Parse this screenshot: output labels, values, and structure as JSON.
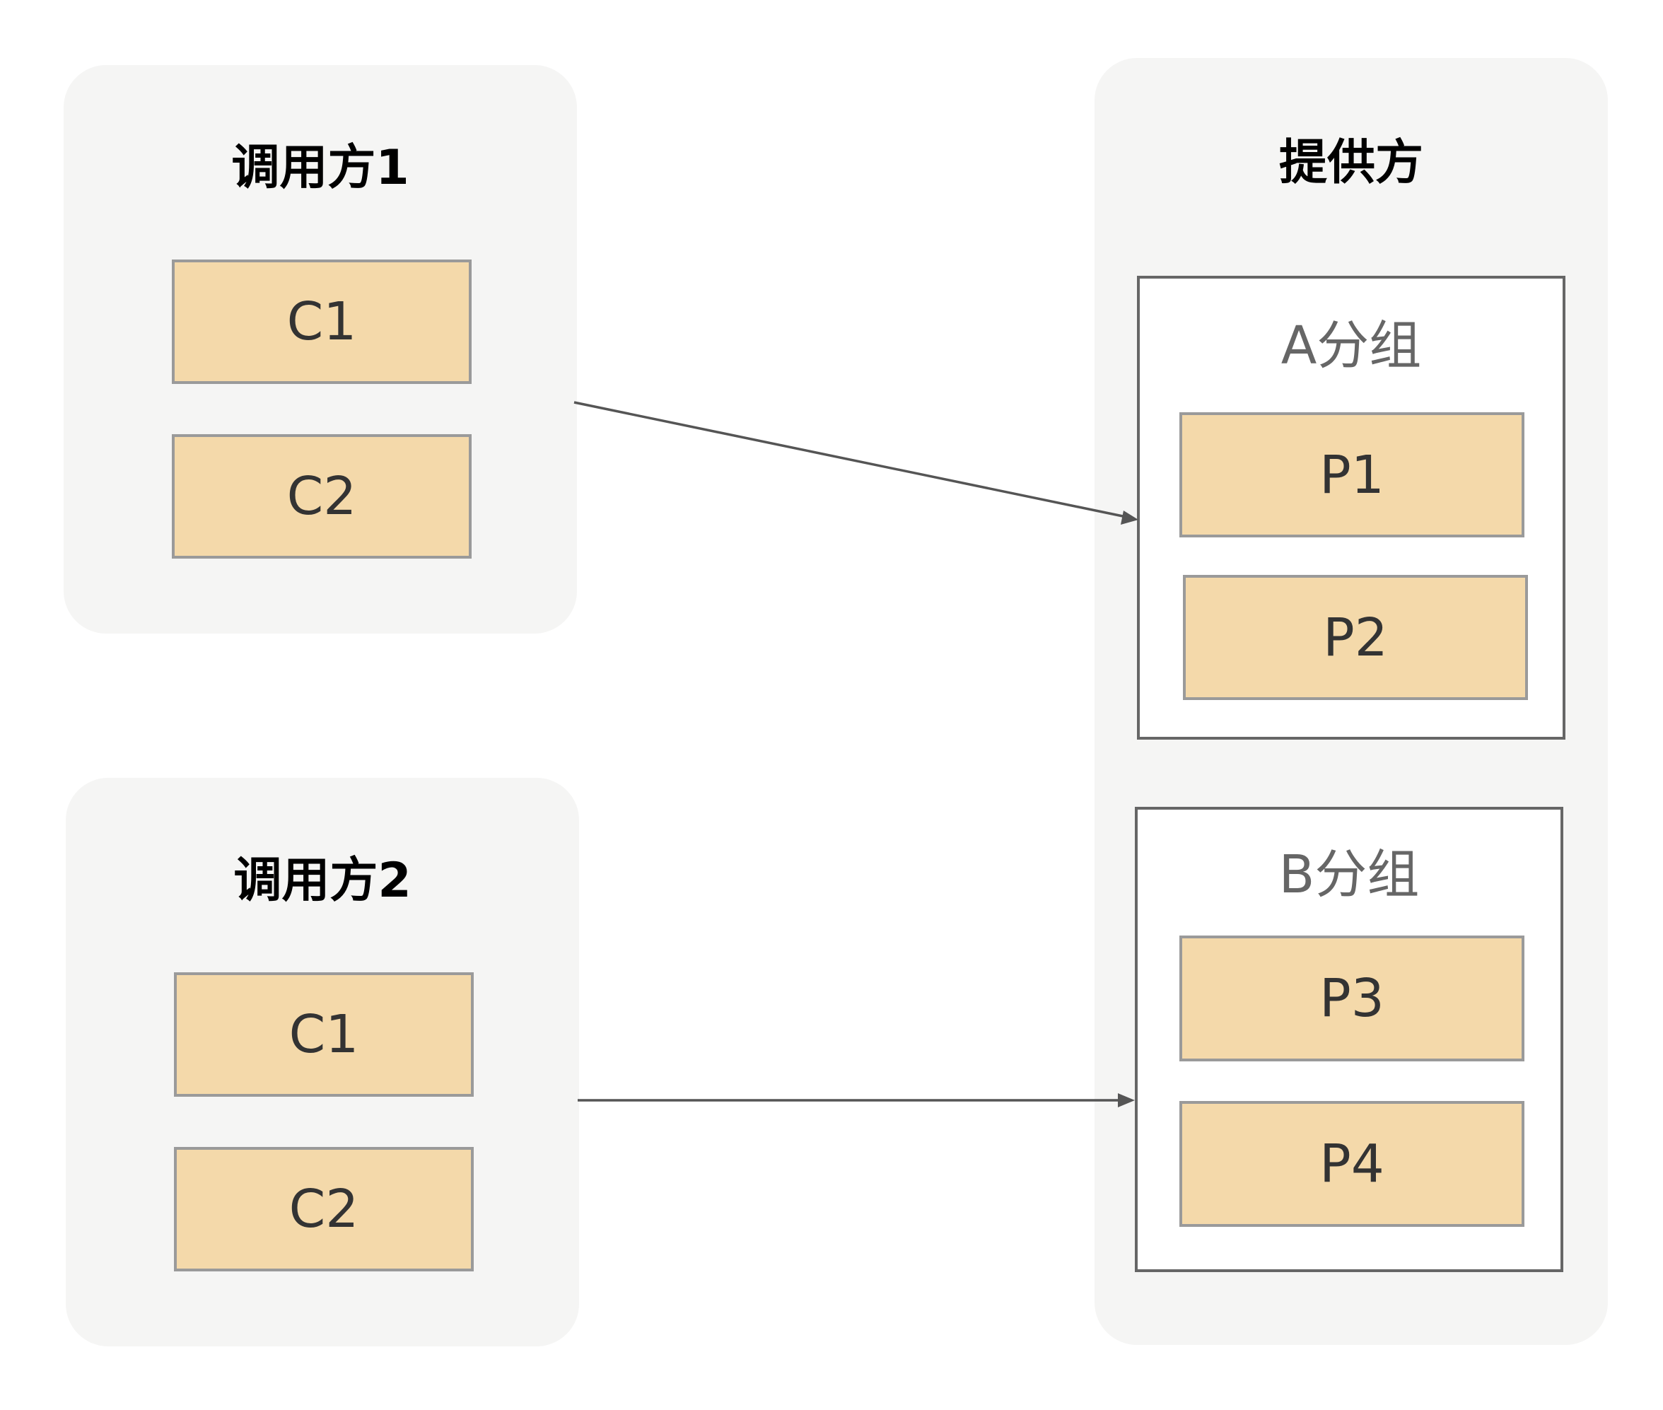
{
  "caller1": {
    "title": "调用方1",
    "nodes": [
      "C1",
      "C2"
    ]
  },
  "caller2": {
    "title": "调用方2",
    "nodes": [
      "C1",
      "C2"
    ]
  },
  "provider": {
    "title": "提供方",
    "group_a": {
      "title": "A分组",
      "nodes": [
        "P1",
        "P2"
      ]
    },
    "group_b": {
      "title": "B分组",
      "nodes": [
        "P3",
        "P4"
      ]
    }
  },
  "colors": {
    "panel_background": "#f5f5f4",
    "node_fill": "#f4d9aa",
    "node_border": "#9a9a9a",
    "group_border": "#666666",
    "arrow": "#555555"
  }
}
